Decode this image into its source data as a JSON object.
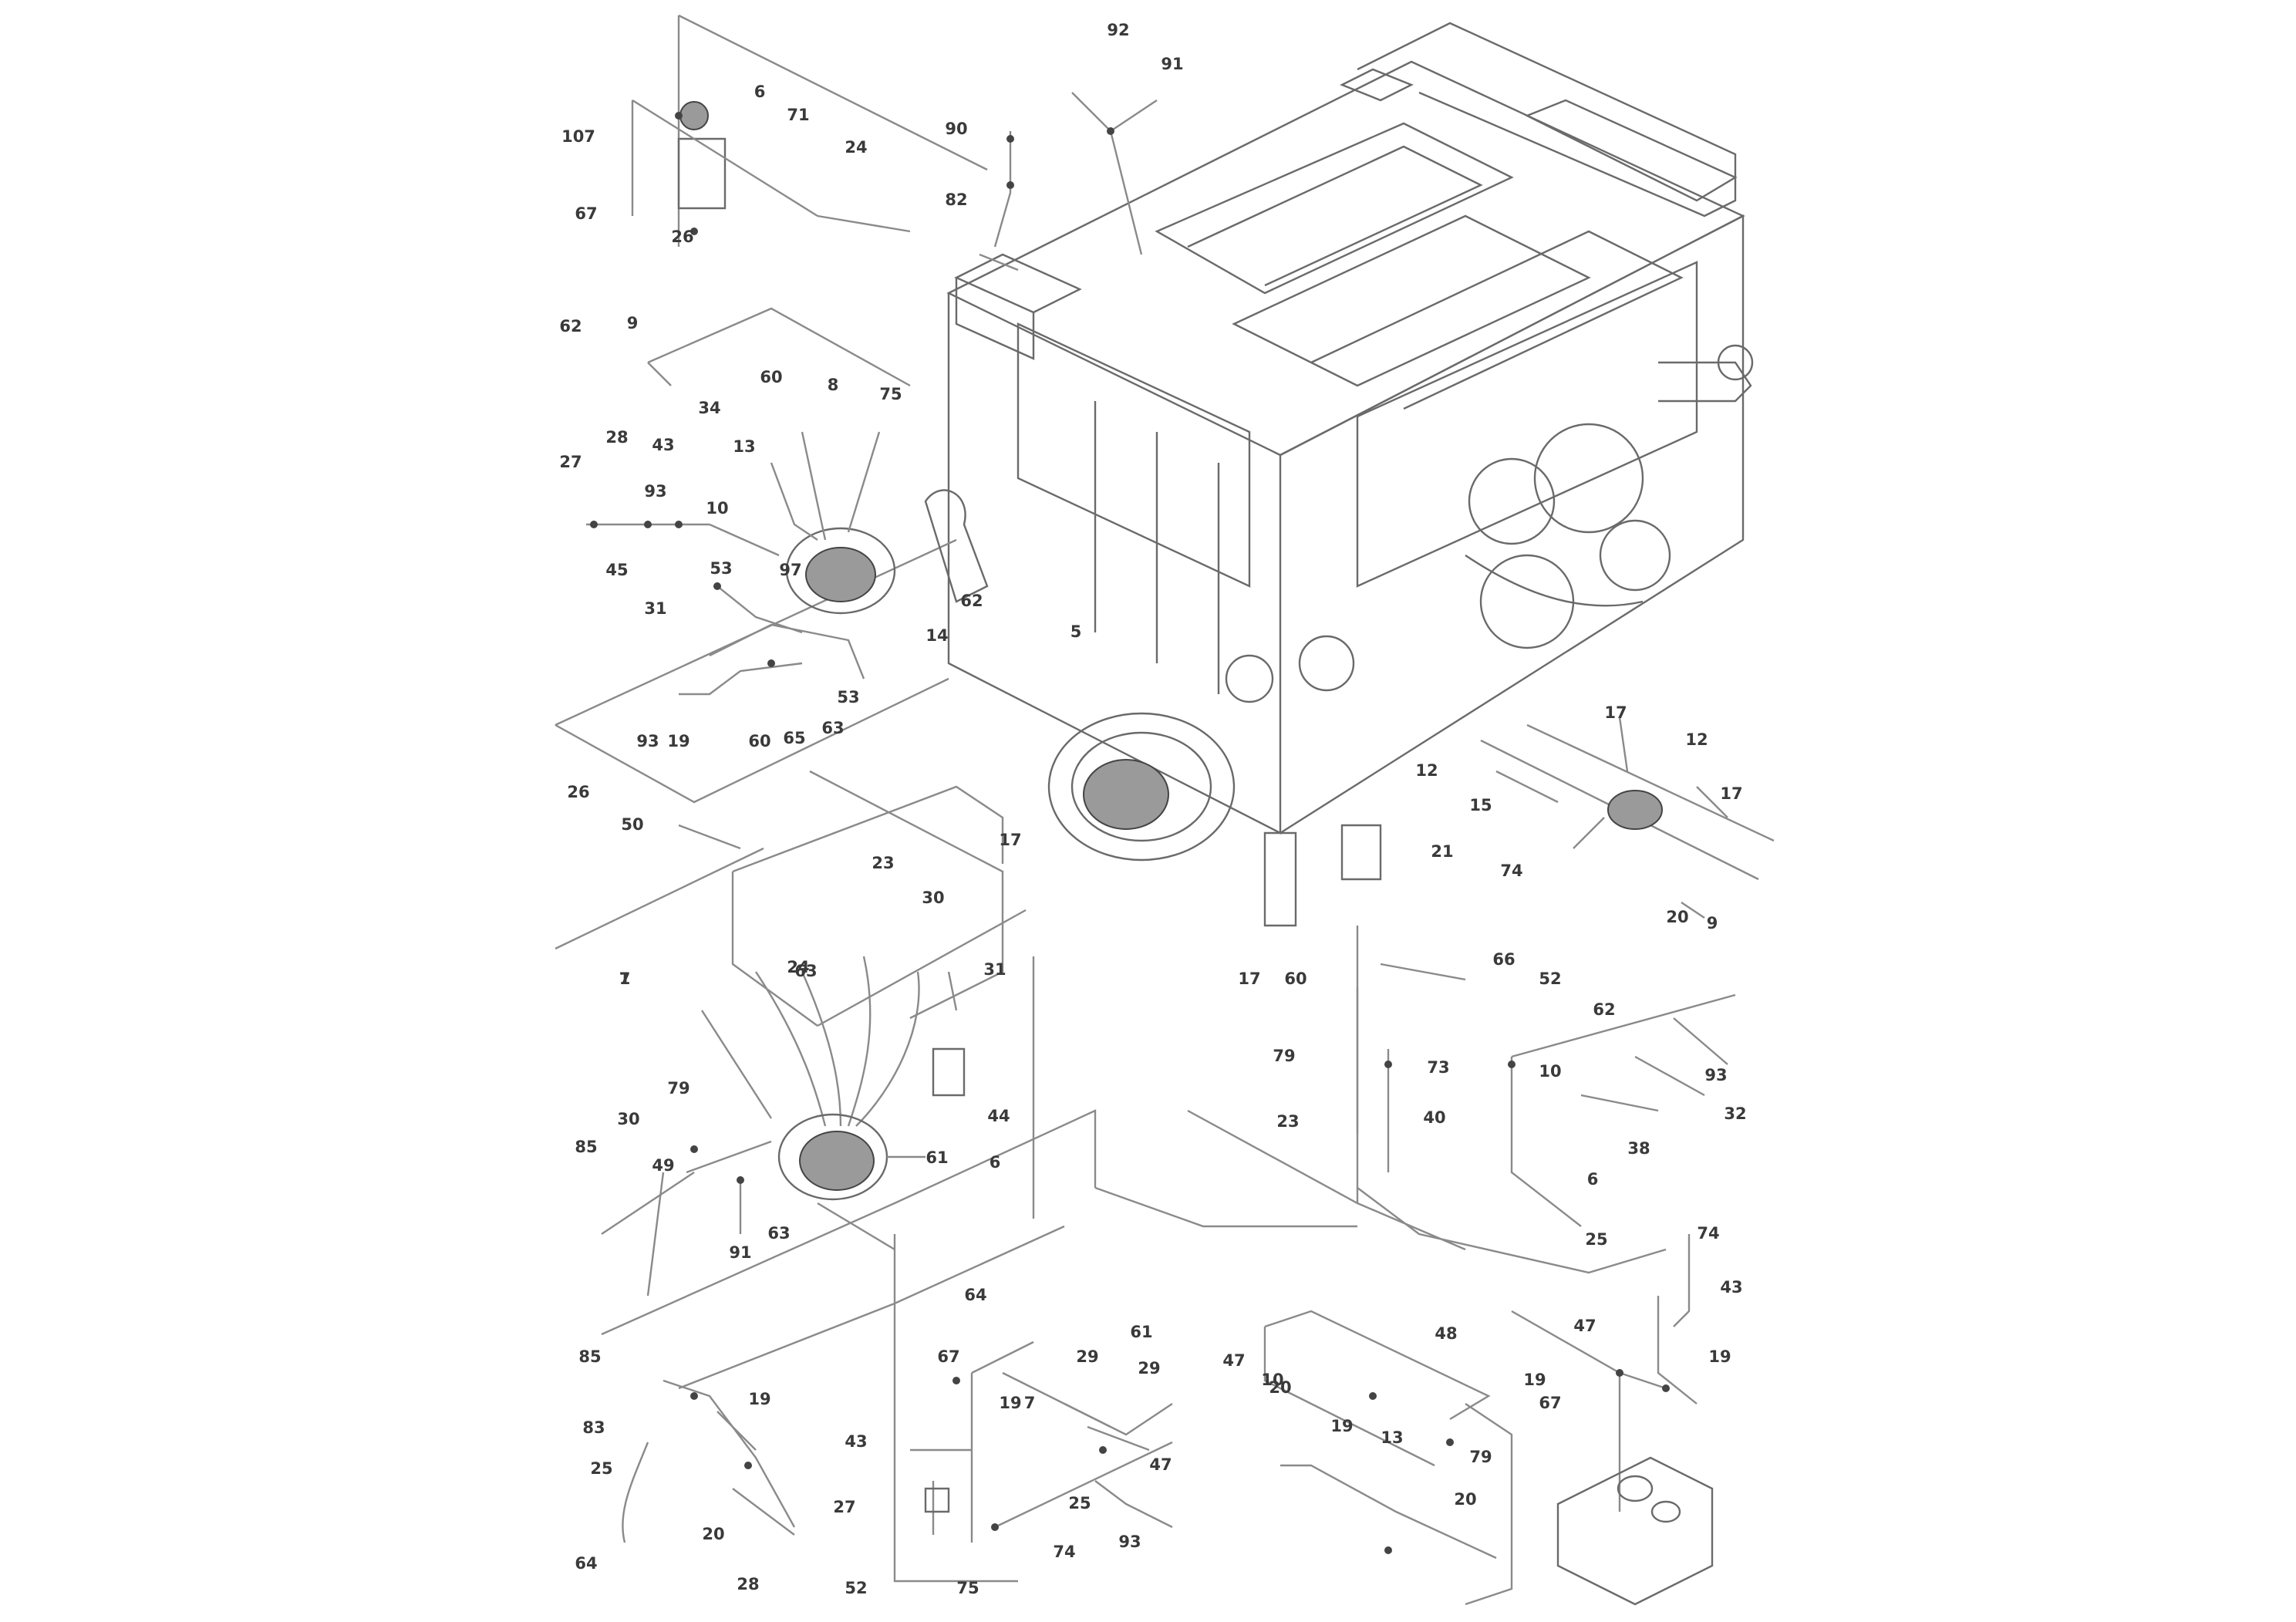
{
  "labels": [
    "92",
    "91",
    "90",
    "82",
    "107",
    "67",
    "6",
    "71",
    "24",
    "26",
    "9",
    "62",
    "60",
    "8",
    "75",
    "34",
    "27",
    "28",
    "43",
    "13",
    "93",
    "10",
    "45",
    "53",
    "31",
    "97",
    "62",
    "14",
    "93",
    "19",
    "60",
    "65",
    "53",
    "63",
    "26",
    "50",
    "23",
    "30",
    "31",
    "63",
    "1",
    "5",
    "17",
    "12",
    "12",
    "15",
    "17",
    "21",
    "74",
    "20",
    "9",
    "17",
    "24",
    "7",
    "44",
    "79",
    "30",
    "85",
    "49",
    "63",
    "91",
    "61",
    "6",
    "17",
    "60",
    "52",
    "66",
    "73",
    "10",
    "62",
    "93",
    "32",
    "38",
    "40",
    "6",
    "79",
    "23",
    "25",
    "74",
    "43",
    "48",
    "19",
    "67",
    "47",
    "64",
    "7",
    "61",
    "19",
    "85",
    "83",
    "19",
    "25",
    "64",
    "20",
    "28",
    "29",
    "29",
    "47",
    "20",
    "19",
    "13",
    "79",
    "20",
    "10",
    "47",
    "25",
    "93",
    "74",
    "43",
    "27",
    "52",
    "75",
    "67",
    "19"
  ]
}
